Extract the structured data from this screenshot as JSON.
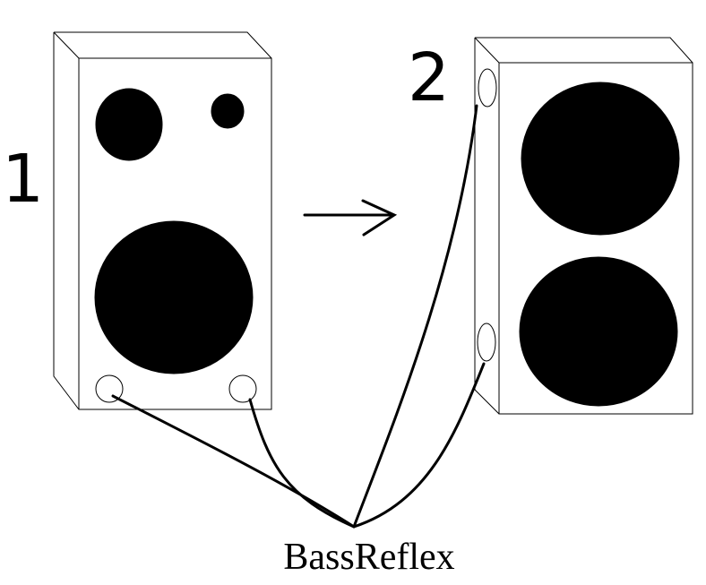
{
  "labels": {
    "speaker_1": "1",
    "speaker_2": "2",
    "caption": "BassReflex"
  },
  "colors": {
    "ink": "#000000",
    "background": "#ffffff"
  }
}
